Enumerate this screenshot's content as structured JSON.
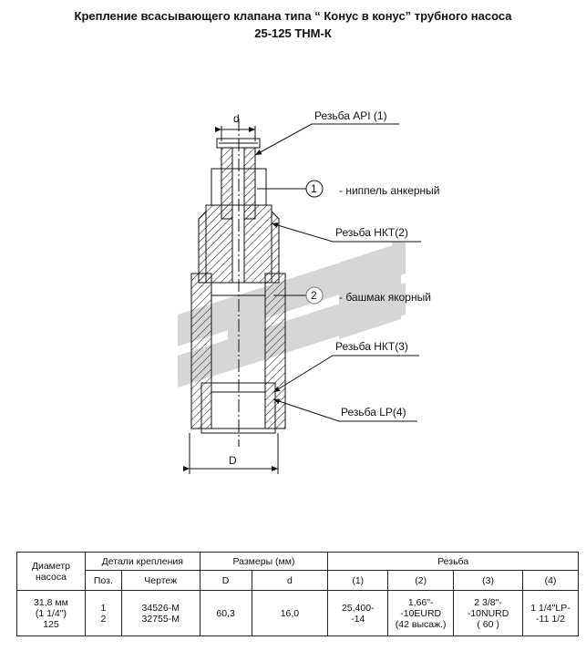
{
  "title": {
    "line1": "Крепление всасывающего клапана типа “ Конус в конус” трубного насоса",
    "line2": "25-125 ТНМ-К"
  },
  "drawing": {
    "dim_d": "d",
    "dim_D": "D",
    "callout_api": "Резьба API (1)",
    "item1_num": "1",
    "item1_text": "- ниппель анкерный",
    "callout_nkt2": "Резьба НКТ(2)",
    "item2_num": "2",
    "item2_text": "- башмак якорный",
    "callout_nkt3": "Резьба НКТ(3)",
    "callout_lp": "Резьба LP(4)"
  },
  "table": {
    "h_diameter": "Диаметр\nнасоса",
    "h_details": "Детали крепления",
    "h_sizes": "Размеры (мм)",
    "h_thread": "Резьба",
    "h_pos": "Поз.",
    "h_drawing": "Чертеж",
    "h_D": "D",
    "h_d": "d",
    "h_t1": "(1)",
    "h_t2": "(2)",
    "h_t3": "(3)",
    "h_t4": "(4)",
    "r_diameter": "31,8 мм\n(1 1/4\")\n125",
    "r_pos": "1\n2",
    "r_drawing": "34526-М\n32755-М",
    "r_D": "60,3",
    "r_d": "16,0",
    "r_t1": "25,400-\n-14",
    "r_t2": "1,66\"-\n-10EURD\n(42 высаж.)",
    "r_t3": "2 3/8\"-\n-10NURD\n( 60 )",
    "r_t4": "1 1/4\"LP-\n-11 1/2"
  },
  "colors": {
    "watermark": "#d6d6d6",
    "line": "#111111"
  }
}
